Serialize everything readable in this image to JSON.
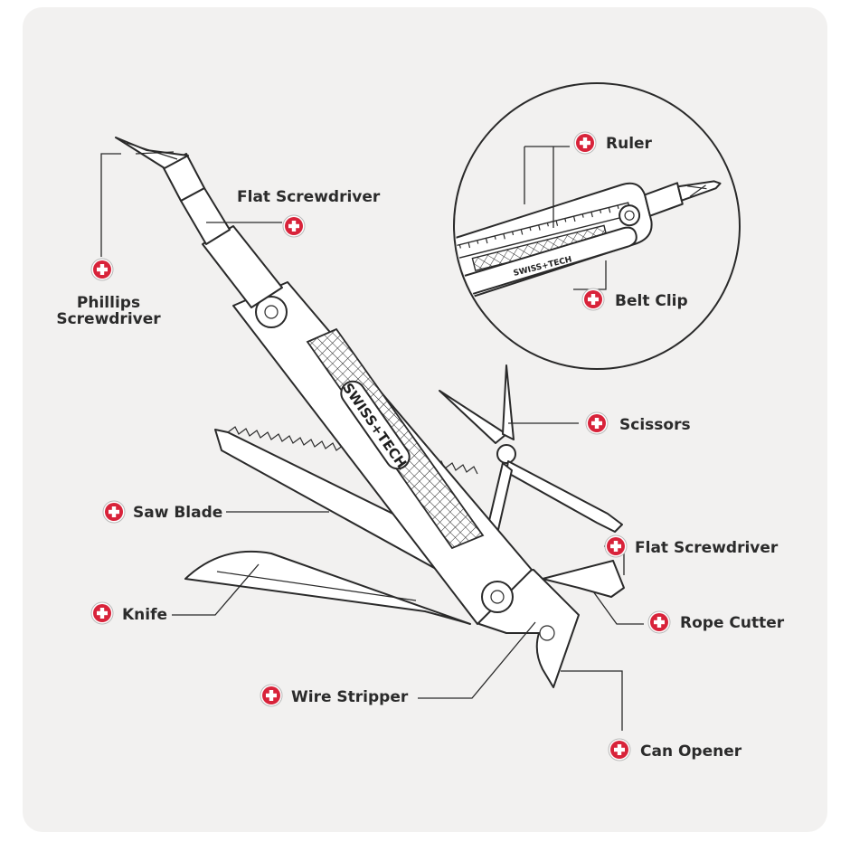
{
  "labels": {
    "phillips": [
      "Phillips",
      "Screwdriver"
    ],
    "flat_top": "Flat Screwdriver",
    "ruler": "Ruler",
    "belt_clip": "Belt Clip",
    "scissors": "Scissors",
    "saw_blade": "Saw Blade",
    "flat_right": "Flat Screwdriver",
    "knife": "Knife",
    "rope_cutter": "Rope Cutter",
    "wire_stripper": "Wire Stripper",
    "can_opener": "Can Opener"
  },
  "brand": {
    "handle_logo": "SWISS+TECH",
    "clip_logo": "SWISS+TECH"
  },
  "colors": {
    "panel": "#f2f1f0",
    "ink": "#2a2a2a",
    "badge_red": "#d8233a",
    "badge_ring": "#ffffff"
  },
  "icons": {
    "badge": "swiss-cross-icon"
  }
}
